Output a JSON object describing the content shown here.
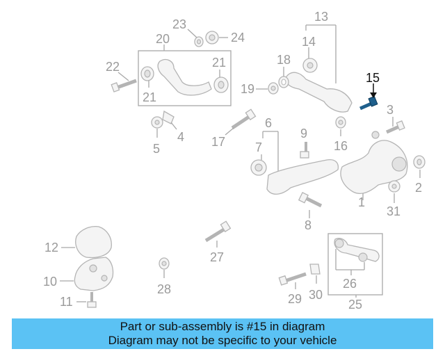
{
  "labels": {
    "l1": "1",
    "l2": "2",
    "l3": "3",
    "l4": "4",
    "l5": "5",
    "l6": "6",
    "l7": "7",
    "l8": "8",
    "l9": "9",
    "l10": "10",
    "l11": "11",
    "l12": "12",
    "l13": "13",
    "l14": "14",
    "l15": "15",
    "l16": "16",
    "l17": "17",
    "l18": "18",
    "l19": "19",
    "l20": "20",
    "l21a": "21",
    "l21b": "21",
    "l22": "22",
    "l23": "23",
    "l24": "24",
    "l25": "25",
    "l26": "26",
    "l27": "27",
    "l28": "28",
    "l29": "29",
    "l30": "30",
    "l31": "31"
  },
  "highlight_part": "15",
  "colors": {
    "banner": "#5bc2f4",
    "highlight_part": "#1e5f8c",
    "line": "#a8a8a8",
    "label": "#9a9a9a"
  },
  "banner": {
    "line1": "Part or sub-assembly is #15 in diagram",
    "line2": "Diagram may not be specific to your vehicle"
  }
}
